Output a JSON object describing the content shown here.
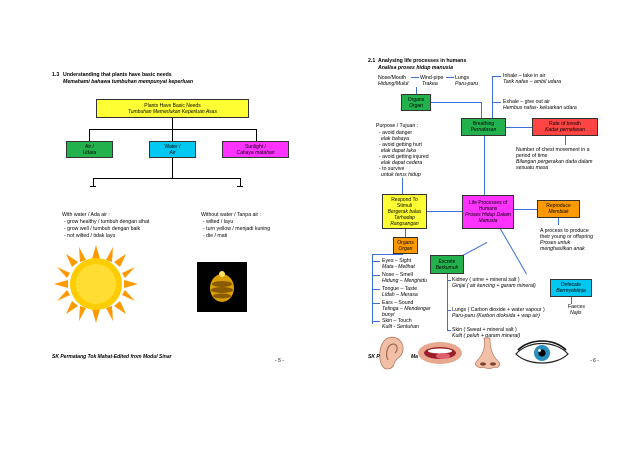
{
  "left": {
    "heading_num": "1.3",
    "heading": "Understanding that plants have basic needs",
    "heading_malay": "Memahami bahawa tumbuhan mempunyai keperluan",
    "root_box": {
      "line1": "Plants Have Basic Needs",
      "line2": "Tumbuhan Memerlukan Keperluan Asas"
    },
    "needs": [
      {
        "line1": "Air /",
        "line2": "Udara",
        "color": "#22b14c"
      },
      {
        "line1": "Water /",
        "line2": "Air",
        "color": "#00c8f0"
      },
      {
        "line1": "Sunlight /",
        "line2": "Cahaya matahari",
        "color": "#ff33ff"
      }
    ],
    "with_water": {
      "title": "With water / Ada air :",
      "items": [
        "- grow healthy / tumbuh dengan sihat",
        "- grow well / tumbuh dengan baik",
        "- not wilted / tidak layu"
      ]
    },
    "without_water": {
      "title": "Without water / Tanpa air :",
      "items": [
        "- wilted / layu",
        "- turn yellow / menjadi kuning",
        "- die / mati"
      ]
    },
    "footer": "SK Permatang Tok Mahat-Edited from Modul Sinar",
    "page": "- 5 -"
  },
  "right": {
    "heading_num": "2.1",
    "heading": "Analysing life processes in humans",
    "heading_malay": "Analisa proses hidup manusia",
    "breathing_organs": [
      {
        "line1": "Nose/Mouth",
        "line2": "Hidung/Mulut"
      },
      {
        "line1": "Wind-pipe",
        "line2": "Trakea"
      },
      {
        "line1": "Lungs",
        "line2": "Paru-paru"
      }
    ],
    "organs_box_top": {
      "line1": "Organs",
      "line2": "Organ"
    },
    "inhale": {
      "line1": "Inhale – take in air",
      "line2": "Tarik nafas – ambil udara"
    },
    "exhale": {
      "line1": "Exhale – give out air",
      "line2": "Hembus nafas- keluarkan udara"
    },
    "breathing_box": {
      "line1": "Breathing",
      "line2": "Pernafasan"
    },
    "rate_box": {
      "line1": "Rate of breath",
      "line2": "Kadar pernafasan"
    },
    "chest": {
      "lines": [
        "Number of chest movement in a",
        "period of time",
        "Bilangan pergerakan dada dalam",
        "sesuatu masa"
      ]
    },
    "purpose": {
      "title": "Purpose / Tujuan :",
      "lines": [
        "- avoid danger",
        "  elak bahaya",
        "- avoid getting hurt",
        "  elak dapat luka",
        "- avoid getting injured",
        "  elak dapat cedera",
        "- to survive",
        "  untuk terus hidup"
      ]
    },
    "respond_box": {
      "lines": [
        "Respond To",
        "Stimuli",
        "Bergerak balas",
        "Terhadap",
        "Rangsangan"
      ]
    },
    "life_box": {
      "lines": [
        "Life Processes of",
        "Humans",
        "Proses Hidup Dalam",
        "Manusia"
      ]
    },
    "reproduce_box": {
      "line1": "Reproduce",
      "line2": "Membiak"
    },
    "reproduce_text": {
      "lines": [
        "A process to produce",
        "their young or offspring",
        "Proses untuk",
        "menghasilkan anak"
      ]
    },
    "organs_box_mid": {
      "line1": "Organs",
      "line2": "Organ"
    },
    "senses": [
      {
        "line1": "Eyes – Sight",
        "line2": "Mata - Melihat"
      },
      {
        "line1": "Nose – Smell",
        "line2": "Hidung – Menghidu"
      },
      {
        "line1": "Tongue – Taste",
        "line2": "Lidah – Merasa"
      },
      {
        "line1": "Ears – Sound",
        "line2": "Telinga – Mendengar",
        "line3": "bunyi"
      },
      {
        "line1": "Skin – Touch",
        "line2": "Kulit - Sentuhan"
      }
    ],
    "excrete_box": {
      "line1": "Excrete",
      "line2": "Berkumuh"
    },
    "excretions": [
      {
        "line1": "Kidney ( urine + mineral salt )",
        "line2": "Ginjal ( air kencing + garam mineral)"
      },
      {
        "line1": "Lungs ( Carbon dioxide + water vapour )",
        "line2": "Paru-paru (Karbon dioksida + wap air)"
      },
      {
        "line1": "Skin ( Sweat + mineral salt )",
        "line2": "Kulit ( peluh + garam mineral)"
      }
    ],
    "defecate_box": {
      "line1": "Defecate",
      "line2": "Berrnyahtinja"
    },
    "faeces": {
      "line1": "Faeces",
      "line2": "Najis"
    },
    "footer": "SK P",
    "footer_mid": "Ma",
    "page": "- 6 -"
  },
  "colors": {
    "green": "#22b14c",
    "cyan": "#00c8f0",
    "magenta": "#ff33ff",
    "yellow": "#ffff33",
    "orange": "#ff9900",
    "red": "#ff4444",
    "blue_line": "#3b6fd6"
  },
  "images": [
    "sun-image",
    "beehive-image",
    "ear-image",
    "mouth-image",
    "nose-image",
    "eye-image"
  ]
}
